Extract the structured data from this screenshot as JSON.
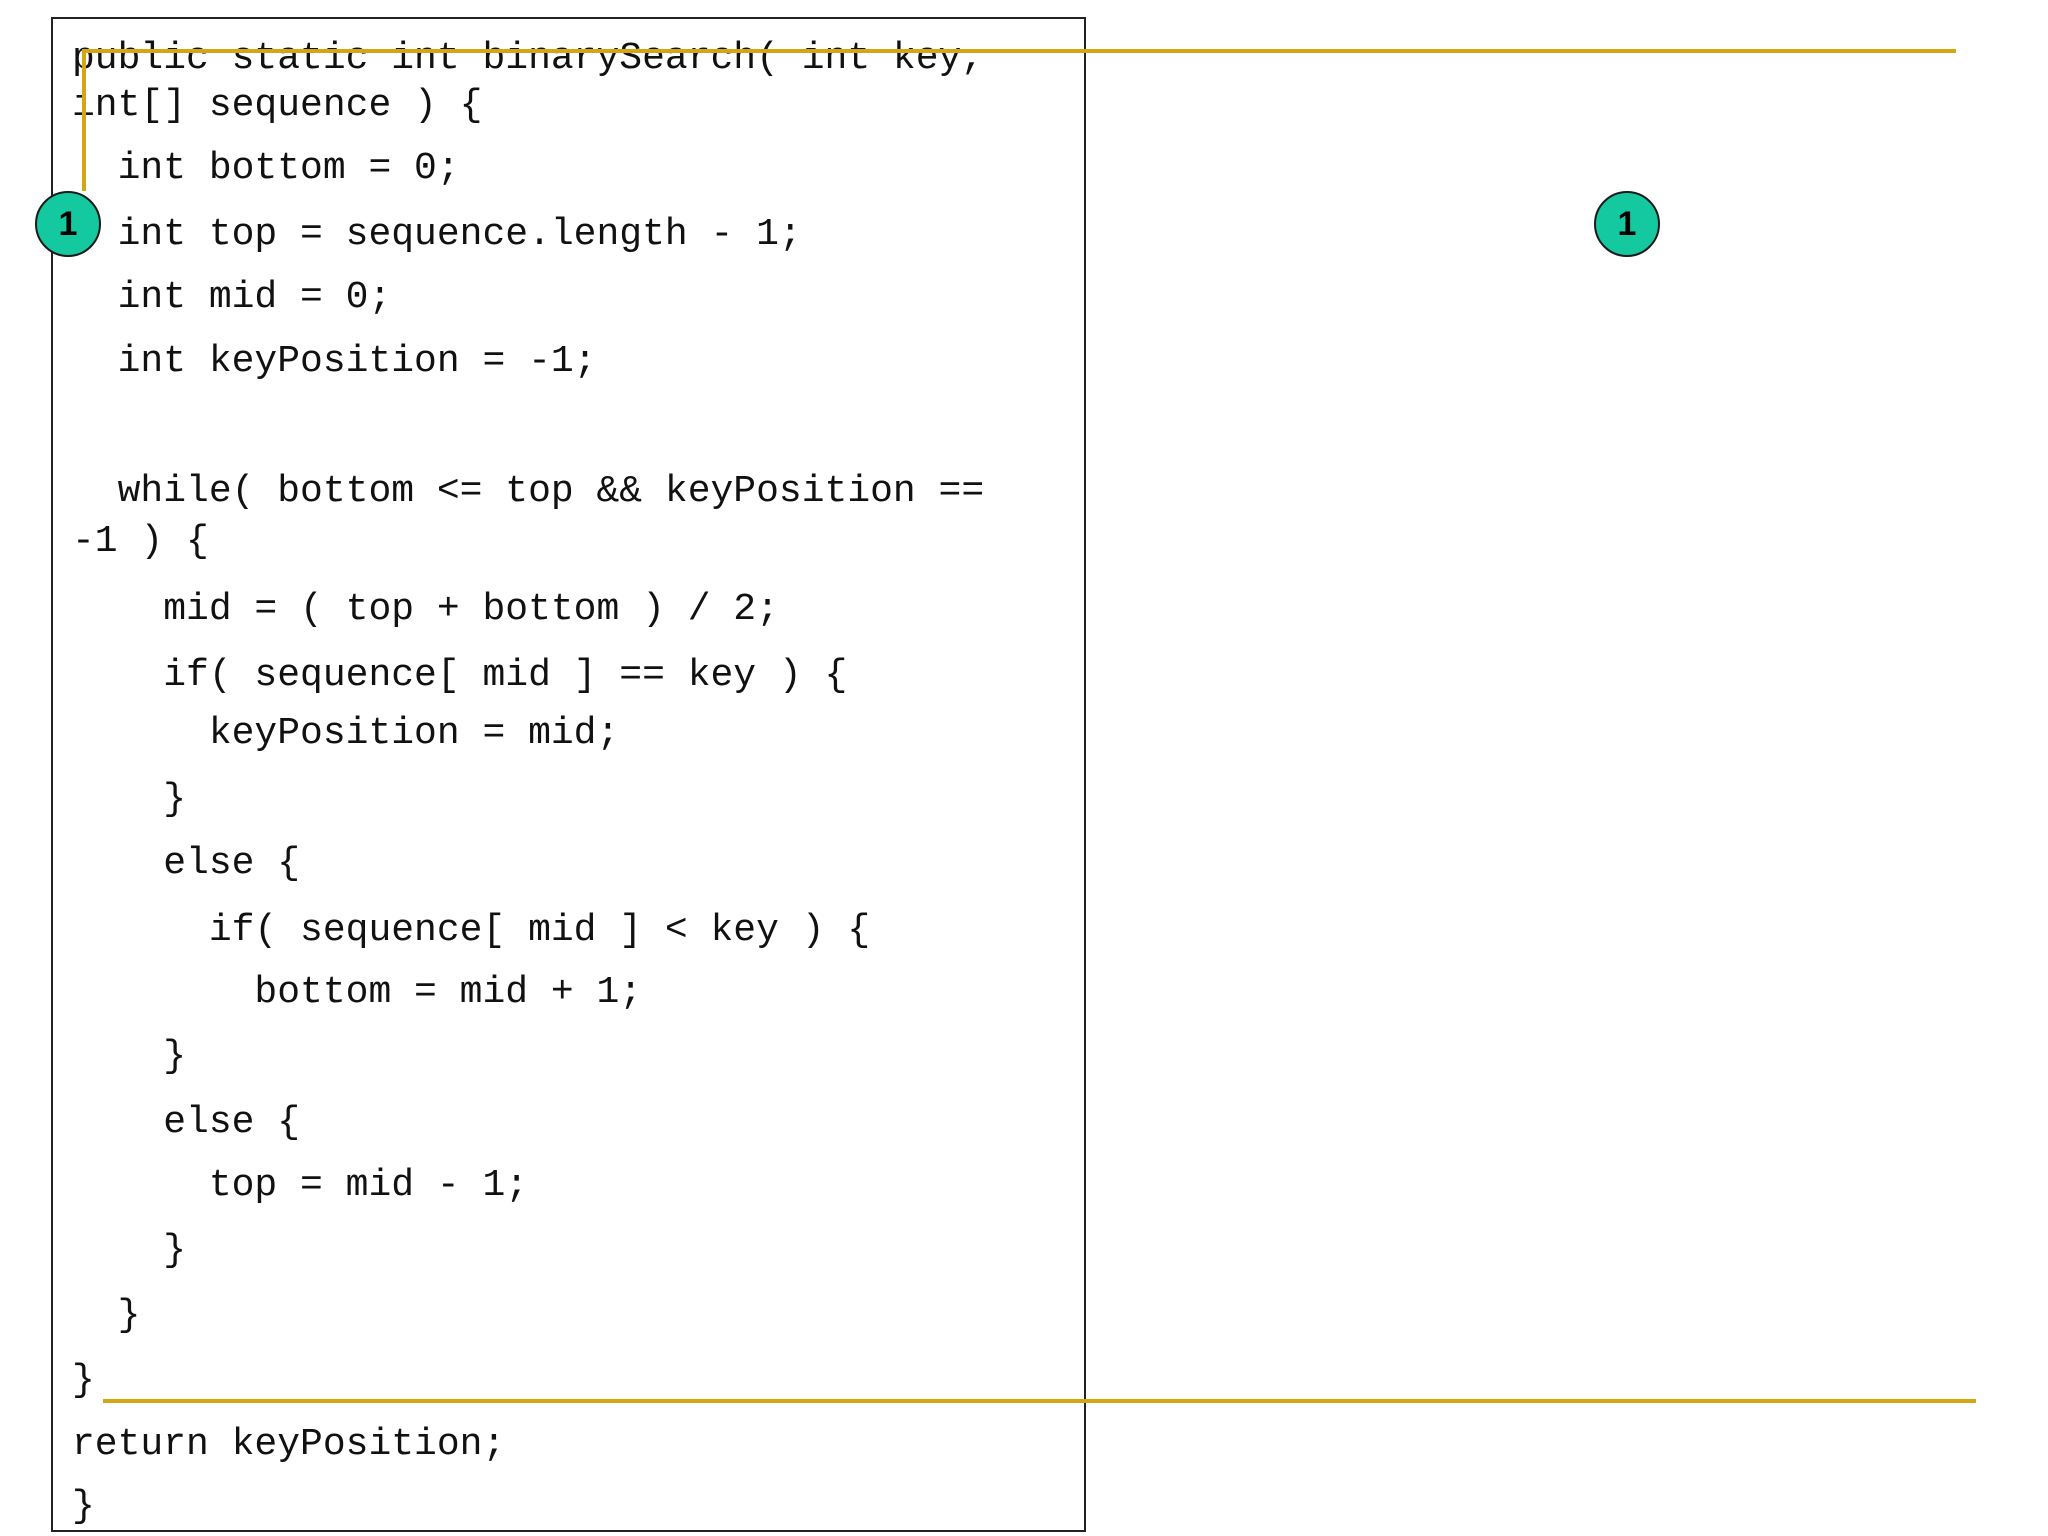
{
  "code_lines": [
    "public static int binarySearch( int key,",
    "int[] sequence ) {",
    "  int bottom = 0;",
    "  int top = sequence.length - 1;",
    "  int mid = 0;",
    "  int keyPosition = -1;",
    "  while( bottom <= top && keyPosition ==",
    "-1 ) {",
    "    mid = ( top + bottom ) / 2;",
    "    if( sequence[ mid ] == key ) {",
    "      keyPosition = mid;",
    "    }",
    "    else {",
    "      if( sequence[ mid ] < key ) {",
    "        bottom = mid + 1;",
    "    }",
    "    else {",
    "      top = mid - 1;",
    "    }",
    "  }",
    "}",
    "return keyPosition;",
    "}"
  ],
  "markers": {
    "left_label": "1",
    "right_label": "1"
  },
  "colors": {
    "highlight_line": "#d4a611",
    "marker_fill": "#14c8a0",
    "code_text": "#111111",
    "box_border": "#222222"
  }
}
